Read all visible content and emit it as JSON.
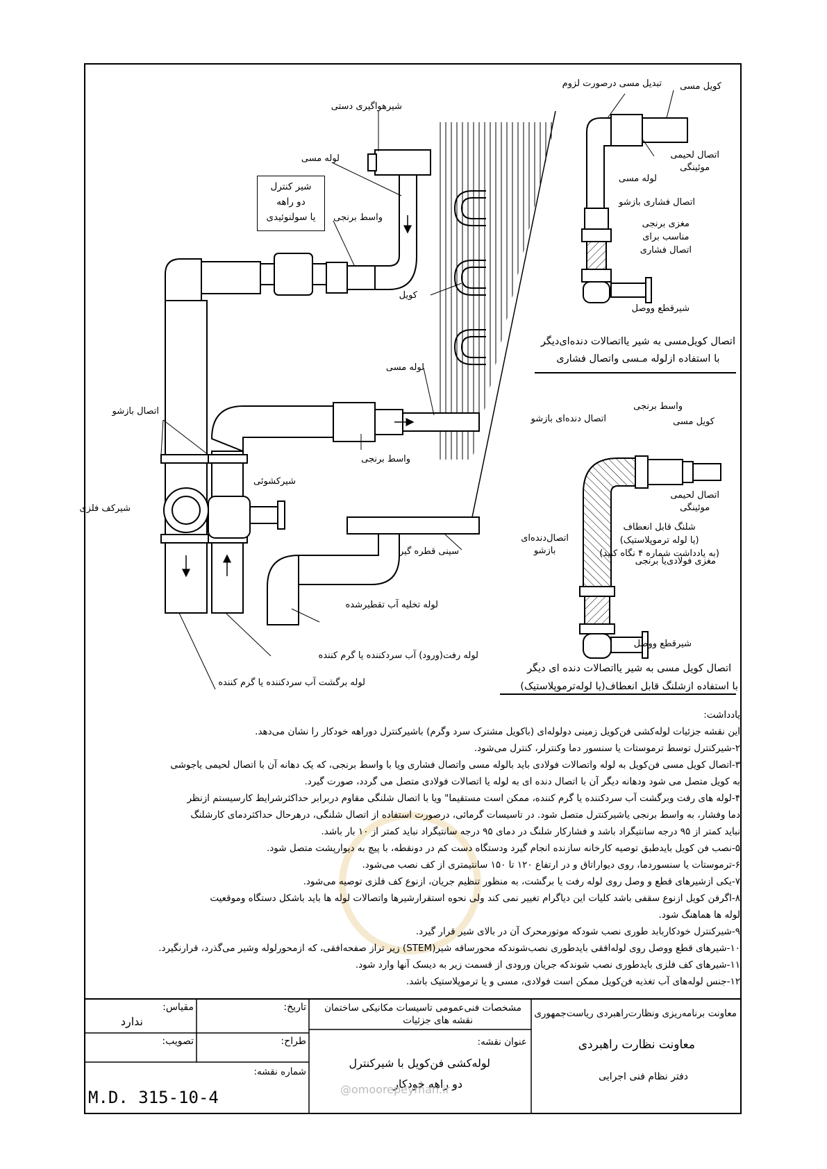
{
  "labels": {
    "copper_transition": "تبدیل مسی درصورت لزوم",
    "copper_coil_top": "کویل مسی",
    "manual_air_vent": "شیرهواگیری دستی",
    "copper_pipe_1": "لوله مسی",
    "control_valve": [
      "شیر کنترل",
      "دو راهه",
      "یا سولنوئیدی"
    ],
    "brass_adapter_1": "واسط برنجی",
    "coil": "کویل",
    "copper_pipe_2": "لوله مسی",
    "union_left": "اتصال بازشو",
    "floor_valve": "شیرکف فلزی",
    "globe_valve": "شیرکشوئی",
    "brass_adapter_2": "واسط برنجی",
    "drip_tray": "سینی قطره گیر",
    "condensate_drain": "لوله تخلیه آب تقطیرشده",
    "supply_pipe": "لوله رفت(ورود) آب سردکننده یا گرم کننده",
    "return_pipe": "لوله برگشت آب سردکننده یا گرم کننده",
    "d1_solder": [
      "اتصال لحیمی",
      "موئینگی"
    ],
    "d1_copper_pipe": "لوله مسی",
    "d1_compression_union": "اتصال فشاری بازشو",
    "d1_brass_nipple": [
      "مغزی برنجی",
      "مناسب برای",
      "اتصال فشاری"
    ],
    "d1_shutoff": "شیرقطع ووصل",
    "d1_caption": [
      "اتصال کویل‌مسی به شیر یااتصالات دنده‌ای‌دیگر",
      "با استفاده ازلوله مـسی واتصال فشاری"
    ],
    "d2_brass_adapter": "واسط برنجی",
    "d2_threaded_union": "اتصال دنده‌ای بازشو",
    "d2_copper_coil": "کویل مسی",
    "d2_solder": [
      "اتصال لحیمی",
      "موئینگی"
    ],
    "d2_hose": [
      "شلنگ قابل انعطاف",
      "(یا لوله ترموپلاستیک)",
      "(به یادداشت شماره ۴ نگاه کنید)"
    ],
    "d2_threaded_union_left": [
      "اتصال‌دنده‌ای",
      "بازشو"
    ],
    "d2_nipple": "مغزی فولادی‌یا برنجی",
    "d2_shutoff": "شیرقطع ووصل",
    "d2_caption": [
      "اتصال کویل مسی به شیر یااتصالات دنده ای دیگر",
      "با استفاده ازشلنگ قابل انعطاف(یا لوله‌ترموپلاستیک)"
    ]
  },
  "notes": {
    "heading": "یادداشت:",
    "lines": [
      "این نقشه جزئیات لوله‌کشی فن‌کویل زمینی دولوله‌ای (باکویل مشترک سرد وگرم) باشیرکنترل دوراهه خودکار را نشان می‌دهد.",
      "۲-شیرکنترل توسط ترموستات یا سنسور دما وکنترلر، کنترل می‌شود.",
      "۳-اتصال کویل مسی فن‌کویل به لوله واتصالات فولادی باید بالوله مسی واتصال فشاری ویا با واسط برنجی، که یک دهانه آن با اتصال لحیمی یاجوشی",
      "به کویل متصل می شود ودهانه دیگر آن با اتصال دنده ای به لوله یا اتصالات فولادی متصل می گردد، صورت گیرد.",
      "۴-لوله های رفت وبرگشت آب سردکننده یا گرم کننده، ممکن است مستقیما\" ویا با اتصال شلنگی مقاوم دربرابر حداکثرشرایط کارسیستم ازنظر",
      "دما وفشار، به واسط برنجی یاشیرکنترل متصل شود. در تاسیسات گرمائی، درصورت استفاده از اتصال شلنگی، درهرحال حداکثردمای کارشلنگ",
      "نباید کمتر از ۹۵ درجه سانتیگراد باشد و فشارکار شلنگ در دمای ۹۵ درجه سانتیگراد نباید کمتر از ۱۰ بار باشد.",
      "۵-نصب فن کویل بایدطبق توصیه کارخانه سازنده انجام گیرد ودستگاه دست کم در دونقطه، با پیچ به دیوارپشت متصل شود.",
      "۶-ترموستات یا سنسوردما، روی دیواراتاق و در ارتفاع ۱۲۰ تا ۱۵۰ سانتیمتری از کف نصب می‌شود.",
      "۷-یکی ازشیرهای قطع و وصل روی لوله رفت یا برگشت، به منظور تنظیم جریان، ازنوع کف فلزی توصیه می‌شود.",
      "۸-اگرفن کویل ازنوع سقفی باشد کلیات این دیاگرام تغییر نمی کند ولی نحوه استقرارشیرها واتصالات لوله ها باید باشکل دستگاه وموقعیت",
      "لوله ها هماهنگ شود.",
      "۹-شیرکنترل خودکاربابد طوری نصب شودکه موتورمحرک آن در بالای شیر قرار گیرد.",
      "۱۰-شیرهای قطع ووصل روی لوله‌افقی بایدطوری نصب‌شوندکه محورساقه شیر(STEM) زیر تراز صفحه‌افقی، که ازمحورلوله وشیر می‌گذرد، قرارنگیرد.",
      "۱۱-شیرهای کف فلزی بایدطوری نصب شوندکه جریان ورودی از قسمت زیر به دیسک آنها وارد شود.",
      "۱۲-جنس لوله‌های آب تغذیه فن‌کویل ممکن است فولادی، مسی و یا ترموپلاستیک باشد."
    ]
  },
  "title_block": {
    "org_line1": "معاونت برنامه‌ریزی ونظارت‌راهبردی ریاست‌جمهوری",
    "org_line2": "معاونت نظارت راهبردی",
    "org_line3": "دفتر نظام فنی اجرایی",
    "spec_line1": "مشخصات فنی‌عمومی تاسیسات مکانیکی ساختمان",
    "spec_line2": "نقشه های جزئیات",
    "drawing_title_label": "عنوان نقشه:",
    "drawing_title_1": "لوله‌کشی فن‌کویل با شیرکنترل",
    "drawing_title_2": "دو راهه خودکار",
    "date_label": "تاریخ:",
    "designer_label": "طراح:",
    "sheet_number_label": "شماره نقشه:",
    "scale_label": "مقیاس:",
    "scale_value": "ندارد",
    "approval_label": "تصویب:",
    "sheet_number": "M.D. 315-10-4"
  },
  "watermark": "@omoorepeyman.ir"
}
